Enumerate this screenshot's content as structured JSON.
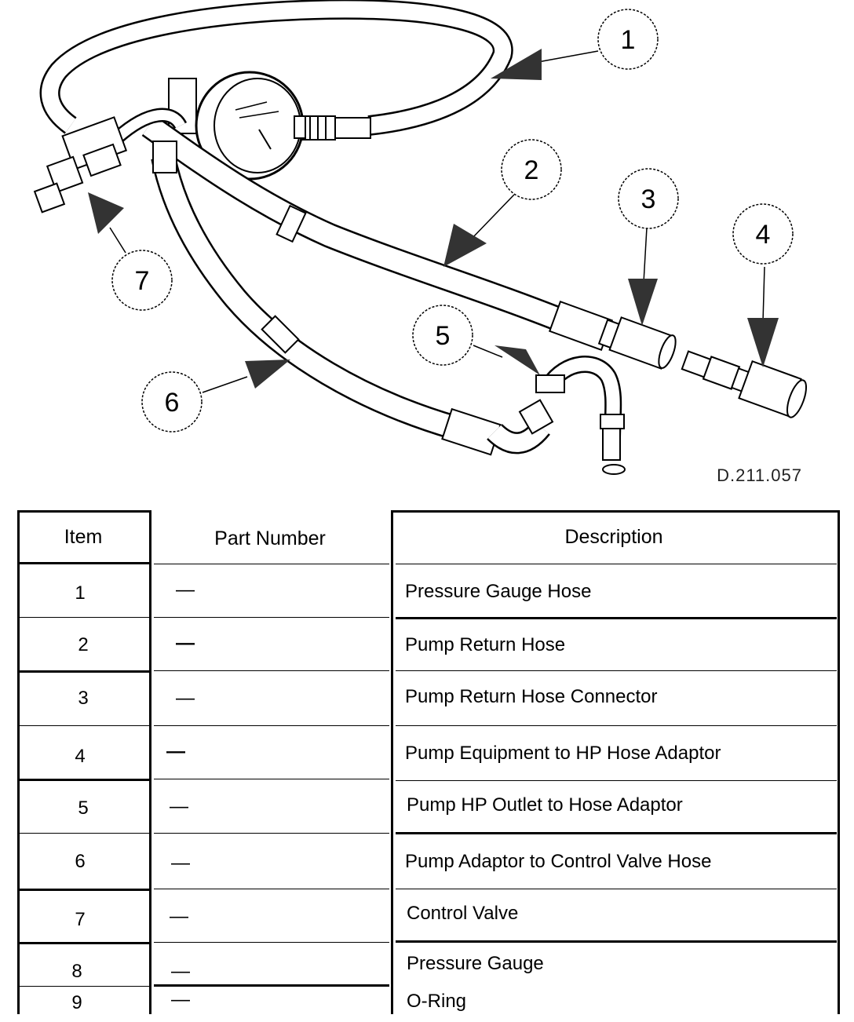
{
  "diagram": {
    "callouts": [
      "1",
      "2",
      "3",
      "4",
      "5",
      "6",
      "7"
    ],
    "drawing_code": "D.211.057"
  },
  "table": {
    "headers": {
      "item": "Item",
      "part_number": "Part Number",
      "description": "Description"
    },
    "rows": [
      {
        "item": "1",
        "part_number": "—",
        "description": "Pressure Gauge Hose"
      },
      {
        "item": "2",
        "part_number": "—",
        "description": "Pump Return Hose"
      },
      {
        "item": "3",
        "part_number": "—",
        "description": "Pump Return Hose Connector"
      },
      {
        "item": "4",
        "part_number": "—",
        "description": "Pump Equipment to HP Hose Adaptor"
      },
      {
        "item": "5",
        "part_number": "—",
        "description": "Pump HP Outlet to Hose Adaptor"
      },
      {
        "item": "6",
        "part_number": "—",
        "description": "Pump Adaptor to Control Valve Hose"
      },
      {
        "item": "7",
        "part_number": "—",
        "description": "Control Valve"
      },
      {
        "item": "8",
        "part_number": "—",
        "description": "Pressure Gauge"
      },
      {
        "item": "9",
        "part_number": "—",
        "description": "O-Ring"
      }
    ]
  }
}
